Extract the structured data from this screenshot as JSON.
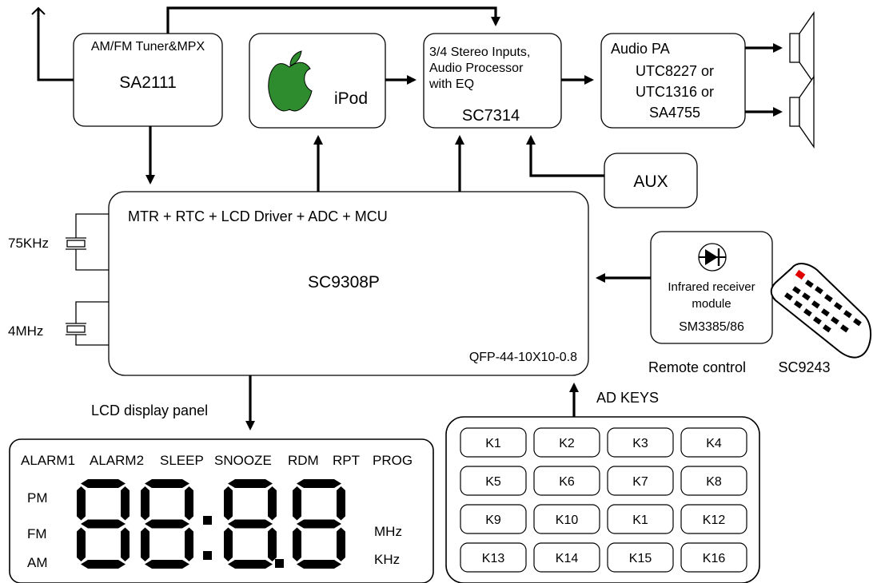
{
  "tuner": {
    "title": "AM/FM Tuner&MPX",
    "chip": "SA2111"
  },
  "ipod": {
    "label": "iPod",
    "logo": "apple-logo",
    "logo_color": "#2e8b2e"
  },
  "processor": {
    "line1": "3/4 Stereo Inputs,",
    "line2": "Audio Processor",
    "line3": "with EQ",
    "chip": "SC7314"
  },
  "amp": {
    "title": "Audio PA",
    "line1": "UTC8227 or",
    "line2": "UTC1316 or",
    "line3": "SA4755"
  },
  "aux": {
    "label": "AUX"
  },
  "mcu": {
    "title": "MTR + RTC + LCD Driver + ADC + MCU",
    "chip": "SC9308P",
    "package": "QFP-44-10X10-0.8"
  },
  "crystals": {
    "top": "75KHz",
    "bottom": "4MHz"
  },
  "ir": {
    "line1": "Infrared receiver",
    "line2": "module",
    "chip": "SM3385/86",
    "caption": "Remote control"
  },
  "remote": {
    "label": "SC9243",
    "accent": "#e00000"
  },
  "lcd": {
    "caption": "LCD display panel",
    "flags": [
      "ALARM1",
      "ALARM2",
      "SLEEP",
      "SNOOZE",
      "RDM",
      "RPT",
      "PROG"
    ],
    "left": [
      "PM",
      "FM",
      "AM"
    ],
    "right": [
      "MHz",
      "KHz"
    ]
  },
  "keys": {
    "caption": "AD KEYS",
    "rows": [
      [
        "K1",
        "K2",
        "K3",
        "K4"
      ],
      [
        "K5",
        "K6",
        "K7",
        "K8"
      ],
      [
        "K9",
        "K10",
        "K1",
        "K12"
      ],
      [
        "K13",
        "K14",
        "K15",
        "K16"
      ]
    ]
  }
}
